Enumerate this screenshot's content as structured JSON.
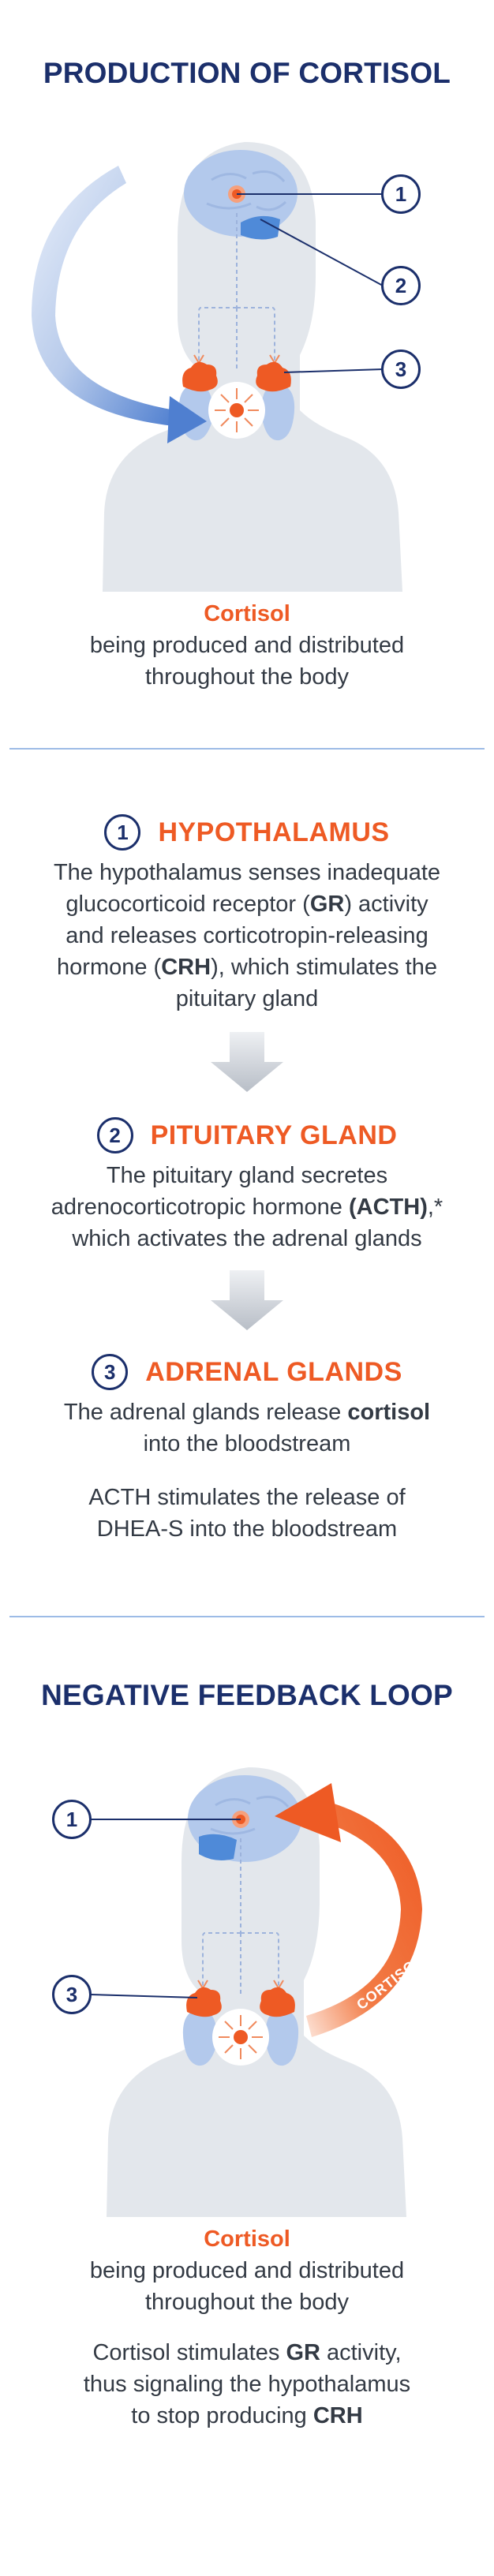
{
  "section1": {
    "title": "PRODUCTION OF CORTISOL",
    "cortisol_label": "Cortisol",
    "caption_line1": "being produced and distributed",
    "caption_line2": "throughout the body",
    "markers": [
      "1",
      "2",
      "3"
    ]
  },
  "steps": [
    {
      "number": "1",
      "title": "HYPOTHALAMUS",
      "lines": [
        [
          "The hypothalamus senses inadequate"
        ],
        [
          "glucocorticoid receptor (",
          "GR",
          ") activity"
        ],
        [
          "and releases corticotropin-releasing"
        ],
        [
          "hormone (",
          "CRH",
          "), which stimulates the"
        ],
        [
          "pituitary gland"
        ]
      ]
    },
    {
      "number": "2",
      "title": "PITUITARY GLAND",
      "lines": [
        [
          "The pituitary gland secretes"
        ],
        [
          "adrenocorticotropic hormone ",
          "(ACTH)",
          ",*"
        ],
        [
          "which activates the adrenal glands"
        ]
      ]
    },
    {
      "number": "3",
      "title": "ADRENAL GLANDS",
      "lines": [
        [
          "The adrenal glands release ",
          "cortisol"
        ],
        [
          "into the bloodstream"
        ]
      ],
      "extra_line1": "ACTH stimulates the release of",
      "extra_line2": "DHEA-S into the bloodstream"
    }
  ],
  "section3": {
    "title": "NEGATIVE FEEDBACK LOOP",
    "arrow_label": "CORTISOL",
    "cortisol_label": "Cortisol",
    "caption_line1": "being produced and distributed",
    "caption_line2": "throughout the body",
    "note_line1_a": "Cortisol stimulates ",
    "note_line1_b": "GR",
    "note_line1_c": " activity,",
    "note_line2": "thus signaling the hypothalamus",
    "note_line3_a": "to stop producing ",
    "note_line3_b": "CRH",
    "markers": [
      "1",
      "3"
    ]
  },
  "colors": {
    "navy": "#1b2f6b",
    "orange": "#ee5a24",
    "silhouette": "#e3e7ec",
    "brain": "#b3c9ec",
    "blue_accent": "#4f8ad8",
    "divider": "#9dbbe6"
  }
}
